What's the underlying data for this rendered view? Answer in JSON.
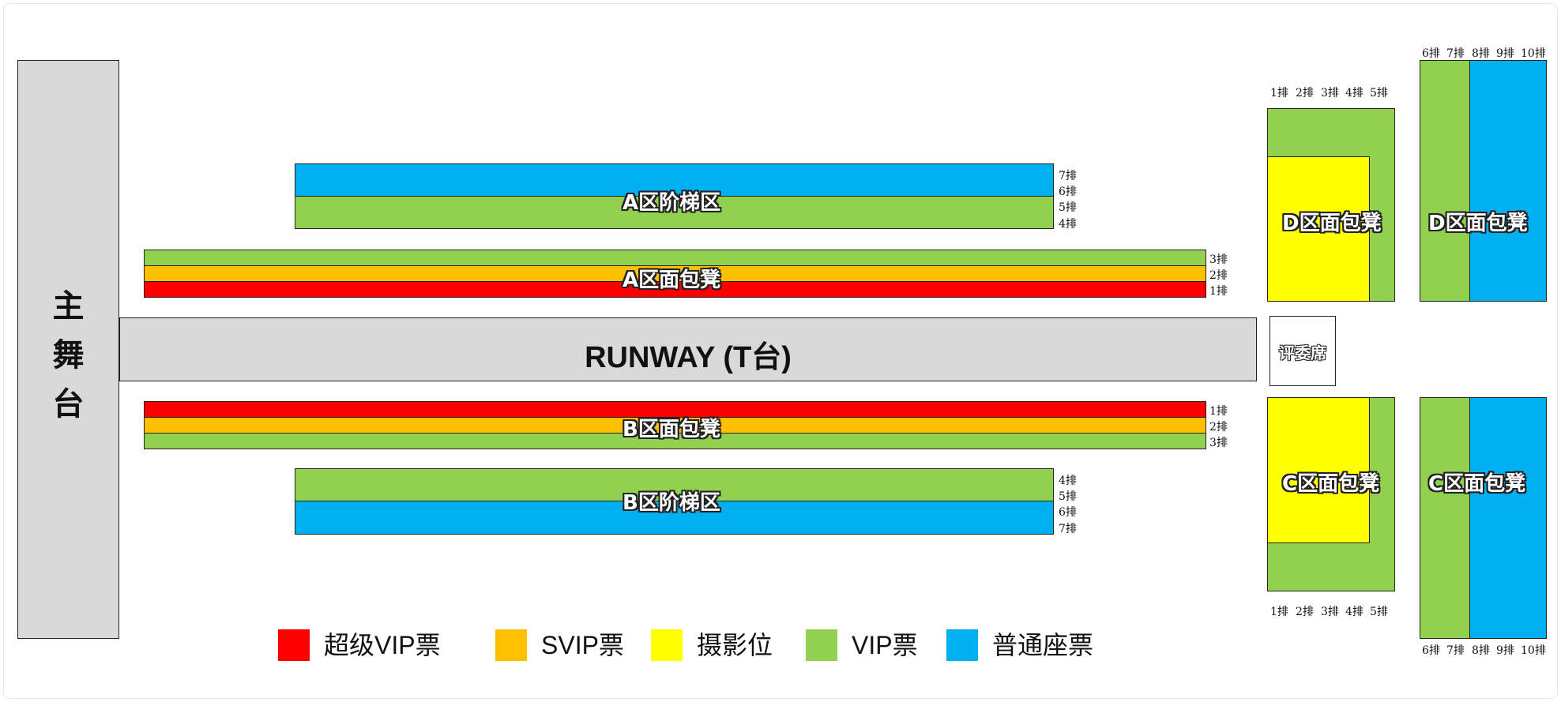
{
  "colors": {
    "super_vip": "#ff0000",
    "svip": "#ffc000",
    "photo": "#ffff00",
    "vip": "#92d050",
    "normal": "#00b0f0",
    "stage": "#d9d9d9"
  },
  "stage": {
    "label": "主舞台"
  },
  "runway": {
    "label": "RUNWAY (T台)"
  },
  "judges": {
    "label": "评委席"
  },
  "zones": {
    "a_stair": {
      "label": "A区阶梯区",
      "rows": [
        "7排",
        "6排",
        "5排",
        "4排"
      ]
    },
    "a_bench": {
      "label": "A区面包凳",
      "rows": [
        "3排",
        "2排",
        "1排"
      ]
    },
    "b_bench": {
      "label": "B区面包凳",
      "rows": [
        "1排",
        "2排",
        "3排"
      ]
    },
    "b_stair": {
      "label": "B区阶梯区",
      "rows": [
        "4排",
        "5排",
        "6排",
        "7排"
      ]
    },
    "d_front": {
      "label": "D区面包凳",
      "rows": [
        "1排",
        "2排",
        "3排",
        "4排",
        "5排"
      ]
    },
    "d_back": {
      "label": "D区面包凳",
      "rows": [
        "6排",
        "7排",
        "8排",
        "9排",
        "10排"
      ]
    },
    "c_front": {
      "label": "C区面包凳",
      "rows": [
        "1排",
        "2排",
        "3排",
        "4排",
        "5排"
      ]
    },
    "c_back": {
      "label": "C区面包凳",
      "rows": [
        "6排",
        "7排",
        "8排",
        "9排",
        "10排"
      ]
    }
  },
  "legend": [
    {
      "label": "超级VIP票",
      "color_key": "super_vip"
    },
    {
      "label": "SVIP票",
      "color_key": "svip"
    },
    {
      "label": "摄影位",
      "color_key": "photo"
    },
    {
      "label": "VIP票",
      "color_key": "vip"
    },
    {
      "label": "普通座票",
      "color_key": "normal"
    }
  ]
}
